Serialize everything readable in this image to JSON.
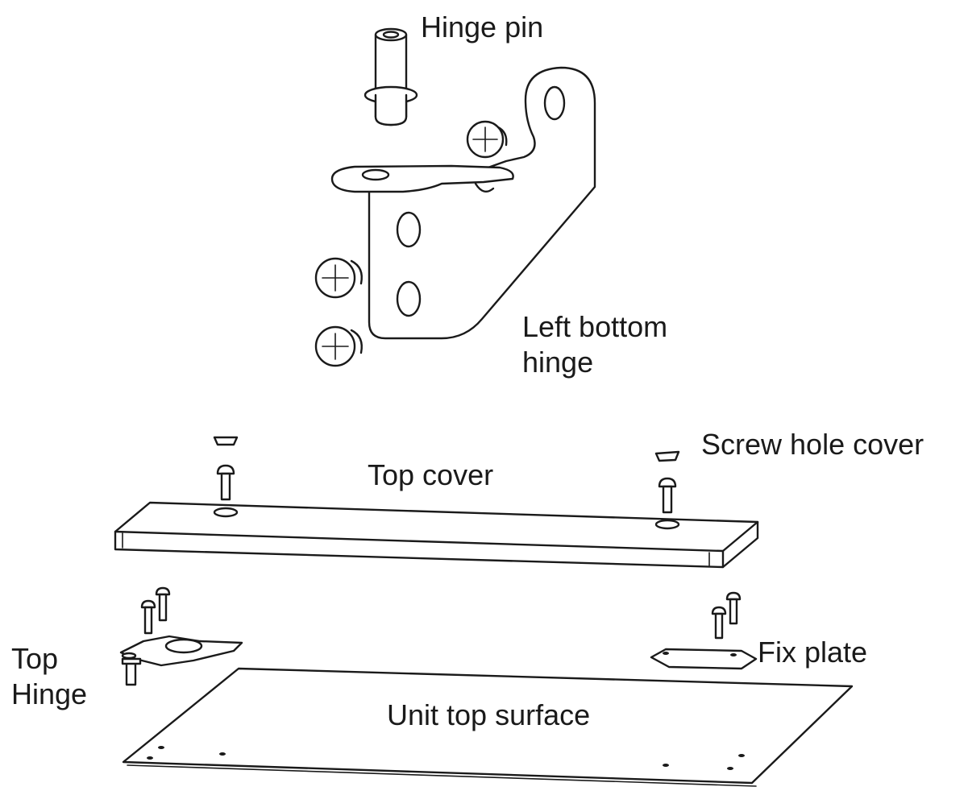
{
  "labels": {
    "hinge_pin": "Hinge pin",
    "left_bottom_hinge": [
      "Left bottom",
      "hinge"
    ],
    "screw_hole_cover": "Screw hole cover",
    "top_cover": "Top cover",
    "top_hinge": [
      "Top",
      "Hinge"
    ],
    "fix_plate": "Fix plate",
    "unit_top_surface": "Unit top surface"
  },
  "colors": {
    "line": "#1a1a1a",
    "background": "#ffffff"
  }
}
